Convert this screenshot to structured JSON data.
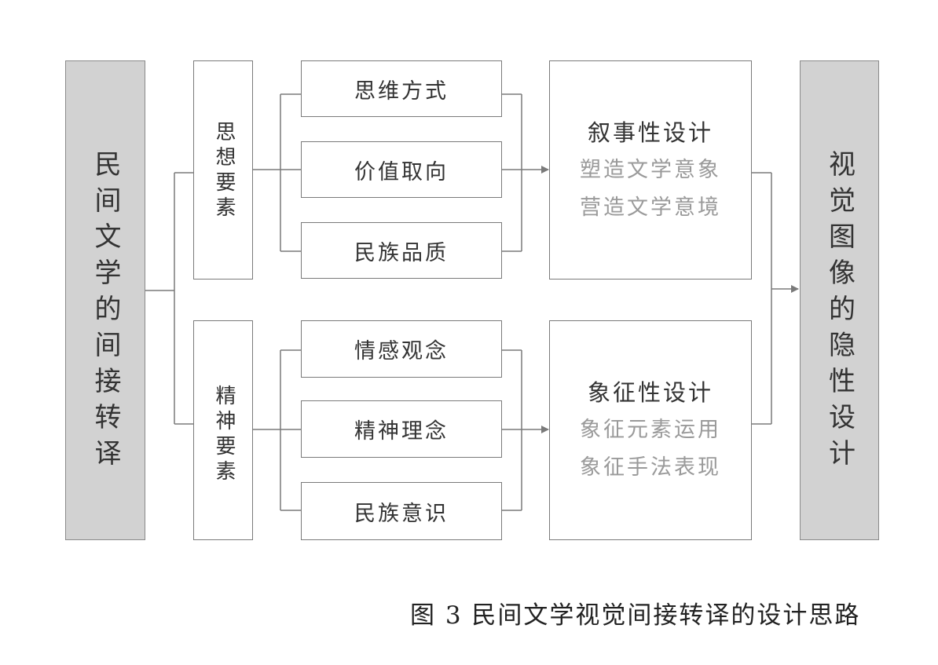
{
  "left_box": {
    "text": "民间文学的间接转译"
  },
  "right_box": {
    "text": "视觉图像的隐性设计"
  },
  "groups": [
    {
      "label": "思想要素",
      "items": [
        "思维方式",
        "价值取向",
        "民族品质"
      ],
      "design": {
        "title": "叙事性设计",
        "subs": [
          "塑造文学意象",
          "营造文学意境"
        ]
      }
    },
    {
      "label": "精神要素",
      "items": [
        "情感观念",
        "精神理念",
        "民族意识"
      ],
      "design": {
        "title": "象征性设计",
        "subs": [
          "象征元素运用",
          "象征手法表现"
        ]
      }
    }
  ],
  "caption": "图 3  民间文学视觉间接转译的设计思路",
  "colors": {
    "gray_fill": "#d2d2d2",
    "line": "#7a7a7a",
    "subtext": "#9a9a9a"
  }
}
